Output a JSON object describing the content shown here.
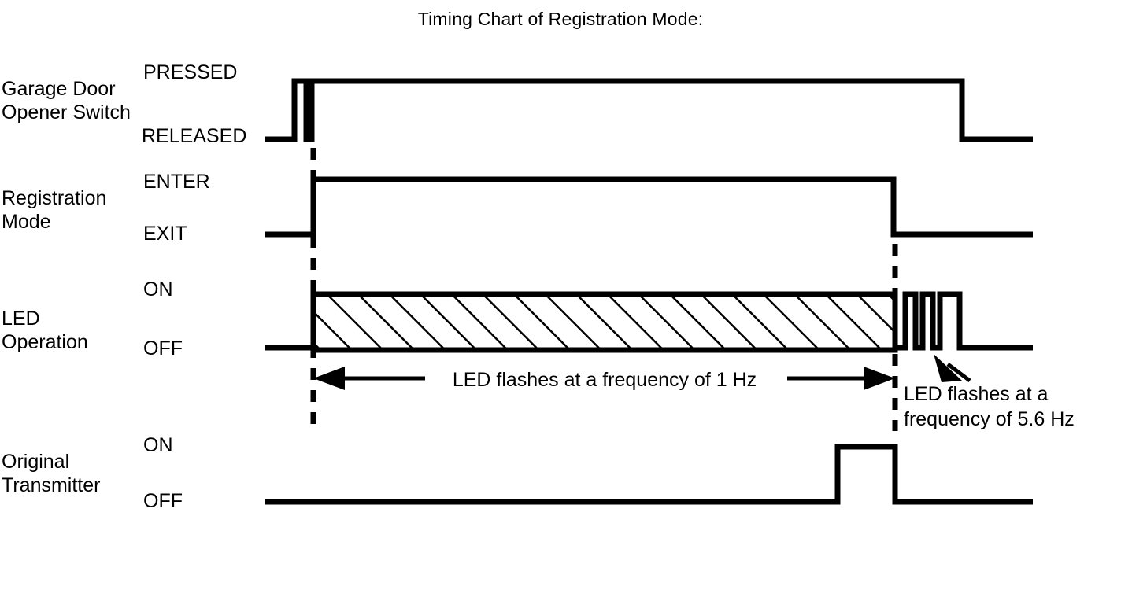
{
  "chart": {
    "title": "Timing Chart of Registration Mode:",
    "type": "timing-diagram"
  },
  "signals": [
    {
      "name": "Garage Door Opener Switch",
      "label": "Garage Door\nOpener Switch",
      "high_label": "PRESSED",
      "low_label": "RELEASED"
    },
    {
      "name": "Registration Mode",
      "label": "Registration\nMode",
      "high_label": "ENTER",
      "low_label": "EXIT"
    },
    {
      "name": "LED Operation",
      "label": "LED\nOperation",
      "high_label": "ON",
      "low_label": "OFF"
    },
    {
      "name": "Original Transmitter",
      "label": "Original\nTransmitter",
      "high_label": "ON",
      "low_label": "OFF"
    }
  ],
  "annotations": {
    "slow_flash": "LED flashes at a frequency of 1 Hz",
    "fast_flash": "LED flashes at a\nfrequency of 5.6 Hz"
  },
  "chart_data": {
    "type": "line",
    "title": "Timing Chart of Registration Mode:",
    "xlabel": "",
    "ylabel": "",
    "grid": false,
    "legend": "none",
    "markers": [
      {
        "name": "registration-start",
        "x": 398,
        "style": "dashed-vertical"
      },
      {
        "name": "registration-end",
        "x": 1137,
        "style": "dashed-vertical"
      }
    ],
    "series": [
      {
        "name": "Garage Door Opener Switch",
        "states": [
          "RELEASED",
          "PRESSED"
        ],
        "transitions": [
          {
            "x": 336,
            "level": "RELEASED"
          },
          {
            "x": 374,
            "level": "PRESSED"
          },
          {
            "x": 389,
            "level": "RELEASED"
          },
          {
            "x": 398,
            "level": "PRESSED"
          },
          {
            "x": 1222,
            "level": "RELEASED"
          },
          {
            "x": 1312,
            "level": "RELEASED"
          }
        ]
      },
      {
        "name": "Registration Mode",
        "states": [
          "EXIT",
          "ENTER"
        ],
        "transitions": [
          {
            "x": 336,
            "level": "EXIT"
          },
          {
            "x": 398,
            "level": "ENTER"
          },
          {
            "x": 1137,
            "level": "EXIT"
          },
          {
            "x": 1312,
            "level": "EXIT"
          }
        ]
      },
      {
        "name": "LED Operation",
        "states": [
          "OFF",
          "ON"
        ],
        "slow_flash_hz": 1,
        "fast_flash_hz": 5.6,
        "hatched_region": {
          "x_start": 398,
          "x_end": 1137,
          "meaning": "LED flashing at 1 Hz"
        },
        "fast_pulses": [
          {
            "x_start": 1150,
            "x_end": 1163
          },
          {
            "x_start": 1172,
            "x_end": 1185
          },
          {
            "x_start": 1194,
            "x_end": 1219
          }
        ],
        "transitions": [
          {
            "x": 336,
            "level": "OFF"
          },
          {
            "x": 1312,
            "level": "OFF"
          }
        ]
      },
      {
        "name": "Original Transmitter",
        "states": [
          "OFF",
          "ON"
        ],
        "transitions": [
          {
            "x": 336,
            "level": "OFF"
          },
          {
            "x": 1064,
            "level": "ON"
          },
          {
            "x": 1137,
            "level": "OFF"
          },
          {
            "x": 1312,
            "level": "OFF"
          }
        ]
      }
    ]
  }
}
